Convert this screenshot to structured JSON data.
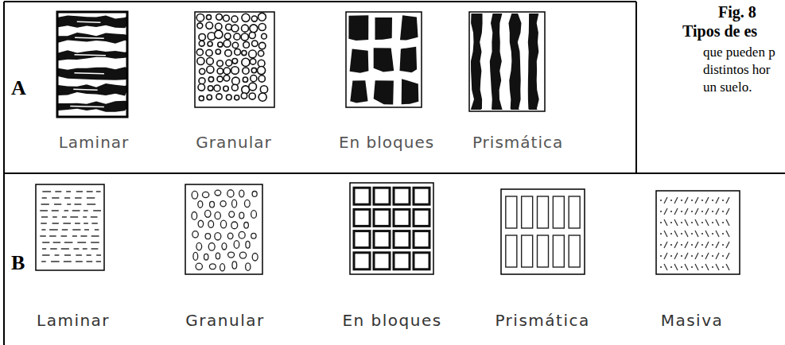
{
  "diagram": {
    "labels": [
      "A",
      "Laminar",
      "Granular",
      "En bloques",
      "Prismática",
      "B",
      "Laminar",
      "Granular",
      "En bloques",
      "Prismática",
      "Masiva",
      "Fig. 8",
      "Tipos de es",
      "que pueden p",
      "distintos hor",
      "un suelo."
    ]
  }
}
